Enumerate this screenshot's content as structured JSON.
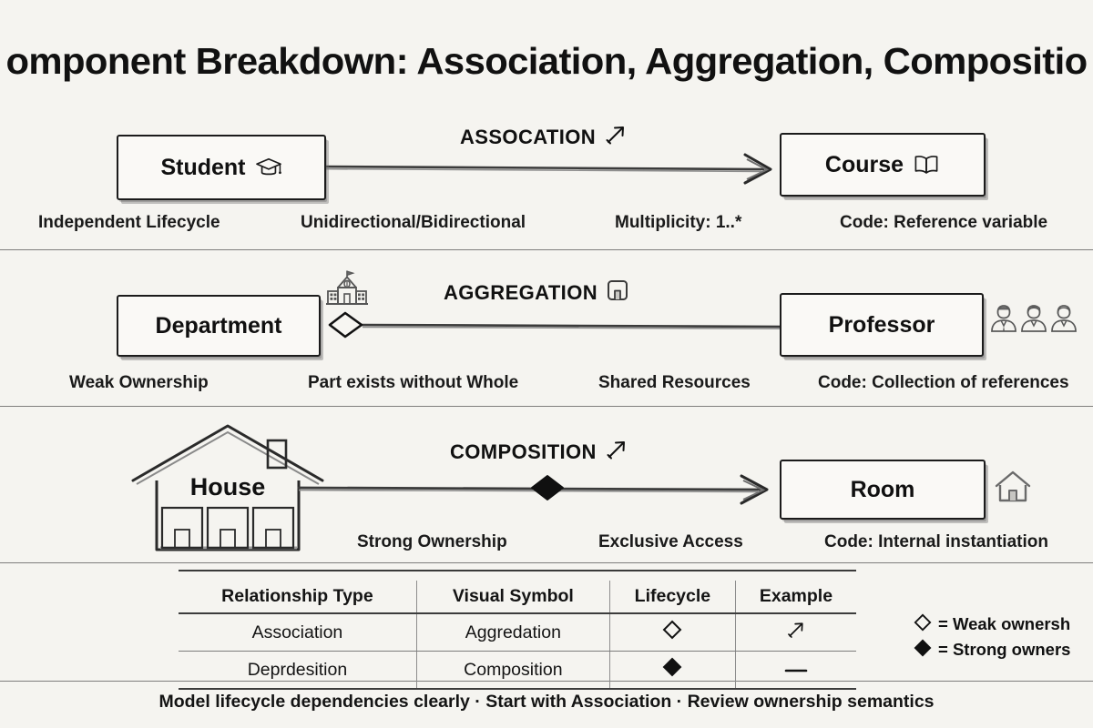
{
  "title": "omponent Breakdown: Association, Aggregation, Compositio",
  "sections": [
    {
      "id": "association",
      "rel_label": "ASSOCATION",
      "rel_icon": "diagonal-arrow-icon",
      "source": {
        "label": "Student",
        "icon": "graduation-cap-icon"
      },
      "target": {
        "label": "Course",
        "icon": "open-book-icon"
      },
      "line_end_marker": "open-arrow",
      "line_start_marker": "none",
      "captions": [
        "Independent Lifecycle",
        "Unidirectional/Bidirectional",
        "Multiplicity: 1..*",
        "Code: Reference variable"
      ]
    },
    {
      "id": "aggregation",
      "rel_label": "AGGREGATION",
      "rel_icon": "rounded-home-icon",
      "source": {
        "label": "Department",
        "icon": "school-building-icon"
      },
      "target": {
        "label": "Professor",
        "icon": "three-people-icon"
      },
      "line_end_marker": "none",
      "line_start_marker": "hollow-diamond",
      "captions": [
        "Weak Ownership",
        "Part exists without Whole",
        "Shared Resources",
        "Code: Collection of references"
      ]
    },
    {
      "id": "composition",
      "rel_label": "COMPOSITION",
      "rel_icon": "diagonal-arrow-icon",
      "source": {
        "label": "House",
        "icon": "house-sketch-icon"
      },
      "target": {
        "label": "Room",
        "icon": "home-outline-icon"
      },
      "line_end_marker": "open-arrow",
      "line_start_marker": "filled-diamond",
      "captions": [
        "Strong Ownership",
        "Exclusive Access",
        "Code: Internal instantiation"
      ]
    }
  ],
  "summary_table": {
    "headers": [
      "Relationship Type",
      "Visual Symbol",
      "Lifecycle",
      "Example"
    ],
    "rows": [
      {
        "relationship_type": "Association",
        "visual_symbol": "Aggredation",
        "lifecycle_icon": "hollow-diamond-icon",
        "example_icon": "diagonal-arrow-icon"
      },
      {
        "relationship_type": "Deprdesition",
        "visual_symbol": "Composition",
        "lifecycle_icon": "filled-diamond-icon",
        "example_icon": "dash-icon"
      }
    ]
  },
  "legend": [
    {
      "symbol": "hollow-diamond-icon",
      "text": "= Weak ownersh"
    },
    {
      "symbol": "filled-diamond-icon",
      "text": "= Strong owners"
    }
  ],
  "footer": "Model lifecycle dependencies clearly · Start with Association · Review ownership semantics",
  "colors": {
    "background": "#f5f4f0",
    "ink": "#111111",
    "rule": "#575757"
  }
}
